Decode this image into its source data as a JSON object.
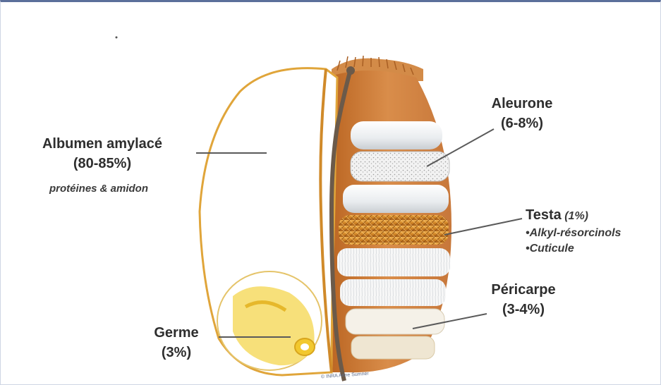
{
  "labels": {
    "albumen": {
      "name": "Albumen amylacé",
      "pct": "(80-85%)",
      "note": "protéines & amidon"
    },
    "aleurone": {
      "name": "Aleurone",
      "pct": "(6-8%)"
    },
    "testa": {
      "name": "Testa",
      "pct": "(1%)",
      "items": [
        "•Alkyl-résorcinols",
        "•Cuticule"
      ]
    },
    "pericarpe": {
      "name": "Péricarpe",
      "pct": "(3-4%)"
    },
    "germe": {
      "name": "Germe",
      "pct": "(3%)"
    }
  },
  "credit": "© INRA  Anne Sumner",
  "colors": {
    "frame": "#5b6f9a",
    "kernel_outline": "#e0a53a",
    "husk": "#c97a3a",
    "crease": "#6b5a4a",
    "testa_band": "#d08a2a",
    "germ": "#f2d23a"
  }
}
